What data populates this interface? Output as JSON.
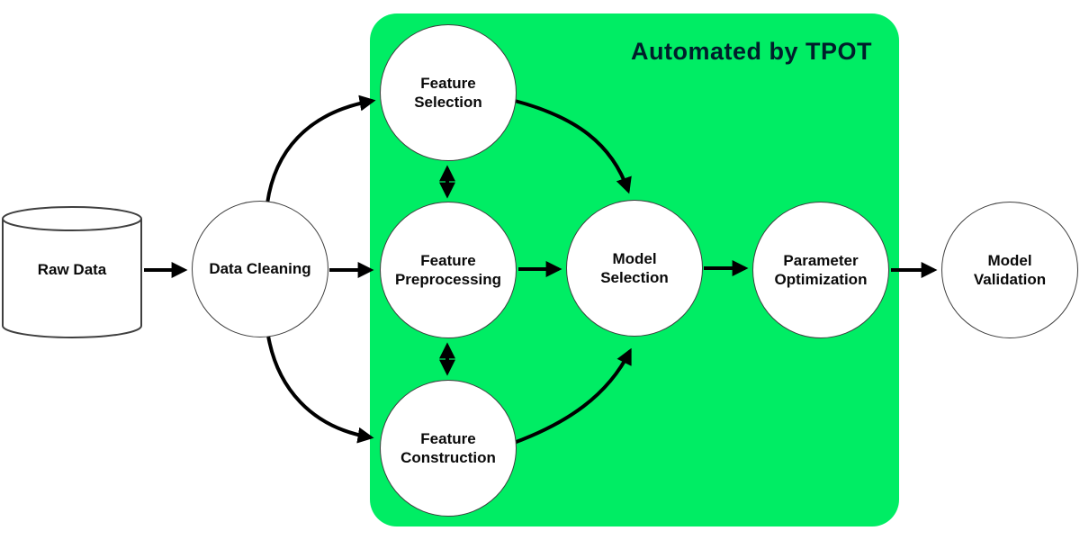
{
  "box": {
    "title": "Automated by TPOT"
  },
  "colors": {
    "box_green": "#00ED64",
    "title_color": "#001E2B",
    "node_fill": "#ffffff",
    "node_border": "#3f3f3f",
    "arrow": "#000000"
  },
  "nodes": [
    {
      "id": "raw-data",
      "shape": "cylinder",
      "label": "Raw Data",
      "lines": [
        "Raw Data"
      ],
      "inside_tpot_box": false
    },
    {
      "id": "data-cleaning",
      "shape": "circle",
      "label": "Data Cleaning",
      "lines": [
        "Data Cleaning"
      ],
      "inside_tpot_box": false
    },
    {
      "id": "feature-selection",
      "shape": "circle",
      "label": "Feature Selection",
      "lines": [
        "Feature",
        "Selection"
      ],
      "inside_tpot_box": true
    },
    {
      "id": "feature-preprocessing",
      "shape": "circle",
      "label": "Feature Preprocessing",
      "lines": [
        "Feature",
        "Preprocessing"
      ],
      "inside_tpot_box": true
    },
    {
      "id": "feature-construction",
      "shape": "circle",
      "label": "Feature Construction",
      "lines": [
        "Feature",
        "Construction"
      ],
      "inside_tpot_box": true
    },
    {
      "id": "model-selection",
      "shape": "circle",
      "label": "Model Selection",
      "lines": [
        "Model",
        "Selection"
      ],
      "inside_tpot_box": true
    },
    {
      "id": "parameter-optimization",
      "shape": "circle",
      "label": "Parameter Optimization",
      "lines": [
        "Parameter",
        "Optimization"
      ],
      "inside_tpot_box": true
    },
    {
      "id": "model-validation",
      "shape": "circle",
      "label": "Model Validation",
      "lines": [
        "Model",
        "Validation"
      ],
      "inside_tpot_box": false
    }
  ],
  "edges": [
    {
      "from": "raw-data",
      "to": "data-cleaning",
      "direction": "uni",
      "style": "straight"
    },
    {
      "from": "data-cleaning",
      "to": "feature-selection",
      "direction": "uni",
      "style": "curved"
    },
    {
      "from": "data-cleaning",
      "to": "feature-preprocessing",
      "direction": "uni",
      "style": "straight"
    },
    {
      "from": "data-cleaning",
      "to": "feature-construction",
      "direction": "uni",
      "style": "curved"
    },
    {
      "from": "feature-selection",
      "to": "feature-preprocessing",
      "direction": "bi",
      "style": "straight"
    },
    {
      "from": "feature-preprocessing",
      "to": "feature-construction",
      "direction": "bi",
      "style": "straight"
    },
    {
      "from": "feature-selection",
      "to": "model-selection",
      "direction": "uni",
      "style": "curved"
    },
    {
      "from": "feature-preprocessing",
      "to": "model-selection",
      "direction": "uni",
      "style": "straight"
    },
    {
      "from": "feature-construction",
      "to": "model-selection",
      "direction": "uni",
      "style": "curved"
    },
    {
      "from": "model-selection",
      "to": "parameter-optimization",
      "direction": "uni",
      "style": "straight"
    },
    {
      "from": "parameter-optimization",
      "to": "model-validation",
      "direction": "uni",
      "style": "straight"
    }
  ]
}
